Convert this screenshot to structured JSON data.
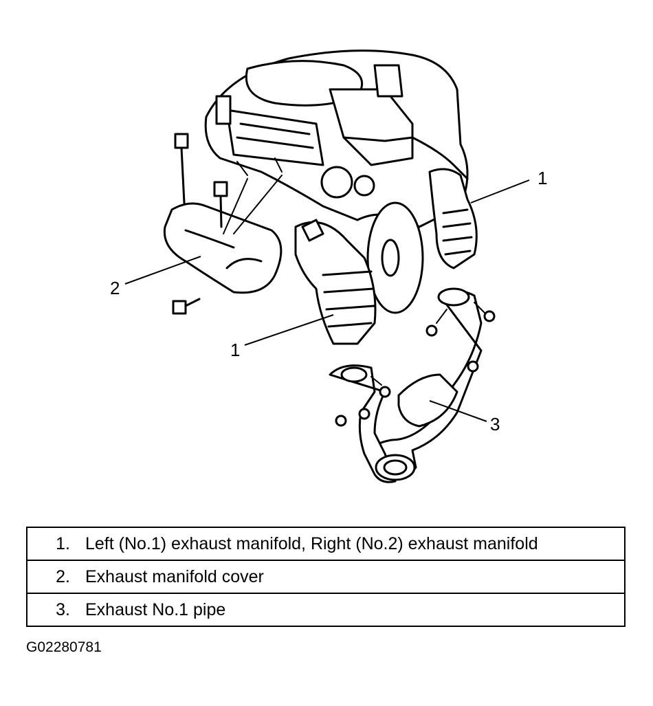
{
  "diagram": {
    "callouts": [
      "1",
      "2",
      "1",
      "3"
    ]
  },
  "legend": [
    {
      "number": "1.",
      "text": "Left (No.1) exhaust manifold, Right (No.2) exhaust manifold"
    },
    {
      "number": "2.",
      "text": "Exhaust manifold cover"
    },
    {
      "number": "3.",
      "text": "Exhaust No.1 pipe"
    }
  ],
  "figure_id": "G02280781"
}
